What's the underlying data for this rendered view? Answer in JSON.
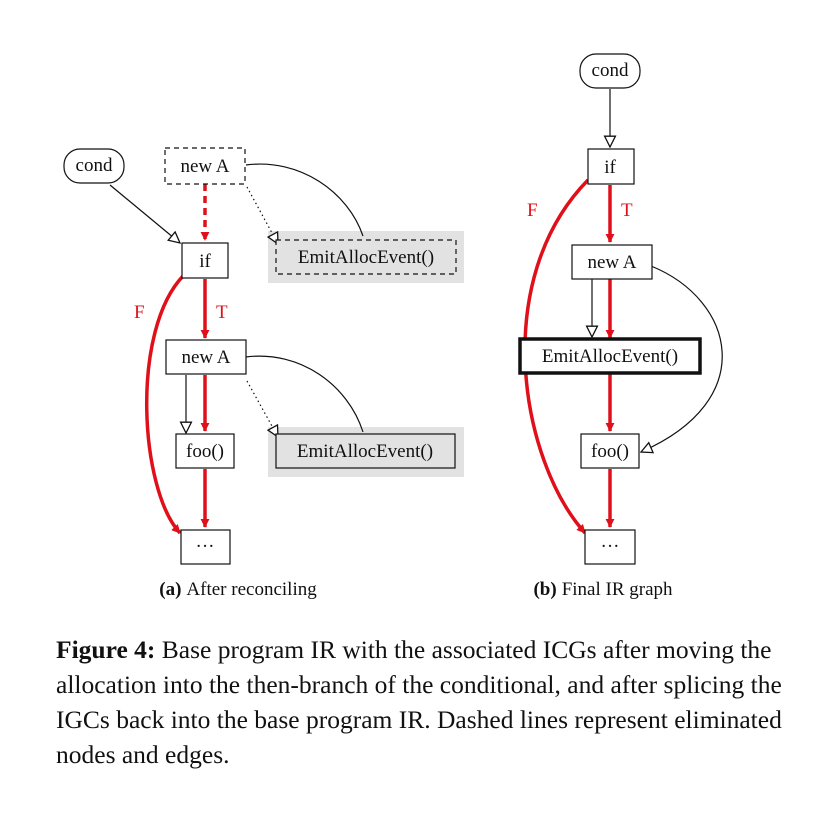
{
  "panel_a": {
    "nodes": {
      "cond": "cond",
      "new_a_eliminated": "new A",
      "emit_eliminated": "EmitAllocEvent()",
      "if": "if",
      "new_a": "new A",
      "foo": "foo()",
      "emit": "EmitAllocEvent()",
      "ellipsis": "···"
    },
    "edge_labels": {
      "false": "F",
      "true": "T"
    },
    "caption": {
      "tag": "(a)",
      "text": "After reconciling"
    }
  },
  "panel_b": {
    "nodes": {
      "cond": "cond",
      "if": "if",
      "new_a": "new A",
      "emit": "EmitAllocEvent()",
      "foo": "foo()",
      "ellipsis": "···"
    },
    "edge_labels": {
      "false": "F",
      "true": "T"
    },
    "caption": {
      "tag": "(b)",
      "text": "Final IR graph"
    }
  },
  "figure_caption": {
    "label": "Figure 4:",
    "text": "Base program IR with the associated ICGs after moving the allocation into the then-branch of the conditional, and after splicing the IGCs back into the base program IR. Dashed lines represent eliminated nodes and edges."
  },
  "colors": {
    "control_flow": "#e0101a",
    "icg_background": "#e2e2e2",
    "node_border": "#111111"
  }
}
